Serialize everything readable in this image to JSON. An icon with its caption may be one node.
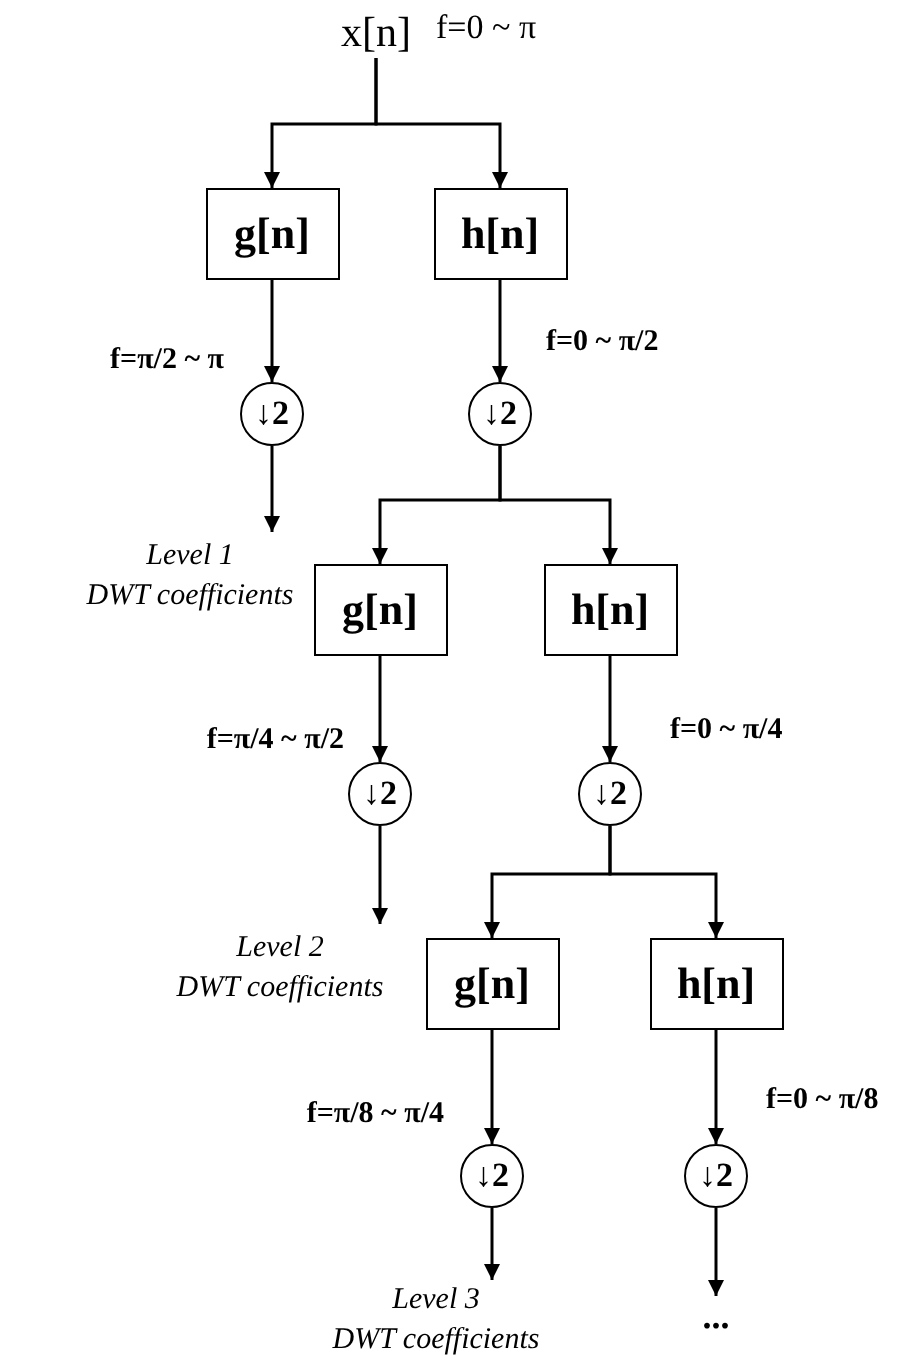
{
  "diagram": {
    "nodes": [
      {
        "text": [
          "x[n]"
        ],
        "beside": [
          "f=0 ~ π"
        ]
      },
      {
        "text": [
          "g[n]"
        ]
      },
      {
        "text": [
          "h[n]"
        ]
      },
      {
        "text": [
          "↓2"
        ]
      },
      {
        "text": [
          "↓2"
        ]
      },
      {
        "text": [
          "g[n]"
        ]
      },
      {
        "text": [
          "h[n]"
        ]
      },
      {
        "text": [
          "↓2"
        ]
      },
      {
        "text": [
          "↓2"
        ]
      },
      {
        "text": [
          "g[n]"
        ]
      },
      {
        "text": [
          "h[n]"
        ]
      },
      {
        "text": [
          "↓2"
        ]
      },
      {
        "text": [
          "↓2"
        ]
      },
      {
        "text": [
          "Level 1",
          "DWT coefficients"
        ]
      },
      {
        "text": [
          "Level 2",
          "DWT coefficients"
        ]
      },
      {
        "text": [
          "Level 3",
          "DWT coefficients"
        ]
      },
      {
        "text": [
          "..."
        ]
      }
    ],
    "edges": [
      {
        "from": 0,
        "to": 1,
        "arrow": "to"
      },
      {
        "from": 0,
        "to": 2,
        "arrow": "to"
      },
      {
        "from": 1,
        "to": 3,
        "arrow": "to",
        "label": "f=π/2 ~ π"
      },
      {
        "from": 2,
        "to": 4,
        "arrow": "to",
        "label": "f=0 ~ π/2"
      },
      {
        "from": 3,
        "to": 13,
        "arrow": "to"
      },
      {
        "from": 4,
        "to": 5,
        "arrow": "to"
      },
      {
        "from": 4,
        "to": 6,
        "arrow": "to"
      },
      {
        "from": 5,
        "to": 7,
        "arrow": "to",
        "label": "f=π/4 ~ π/2"
      },
      {
        "from": 6,
        "to": 8,
        "arrow": "to",
        "label": "f=0 ~ π/4"
      },
      {
        "from": 7,
        "to": 14,
        "arrow": "to"
      },
      {
        "from": 8,
        "to": 9,
        "arrow": "to"
      },
      {
        "from": 8,
        "to": 10,
        "arrow": "to"
      },
      {
        "from": 9,
        "to": 11,
        "arrow": "to",
        "label": "f=π/8 ~ π/4"
      },
      {
        "from": 10,
        "to": 12,
        "arrow": "to",
        "label": "f=0 ~ π/8"
      },
      {
        "from": 11,
        "to": 15,
        "arrow": "to"
      },
      {
        "from": 12,
        "to": 16,
        "arrow": "to"
      }
    ]
  }
}
